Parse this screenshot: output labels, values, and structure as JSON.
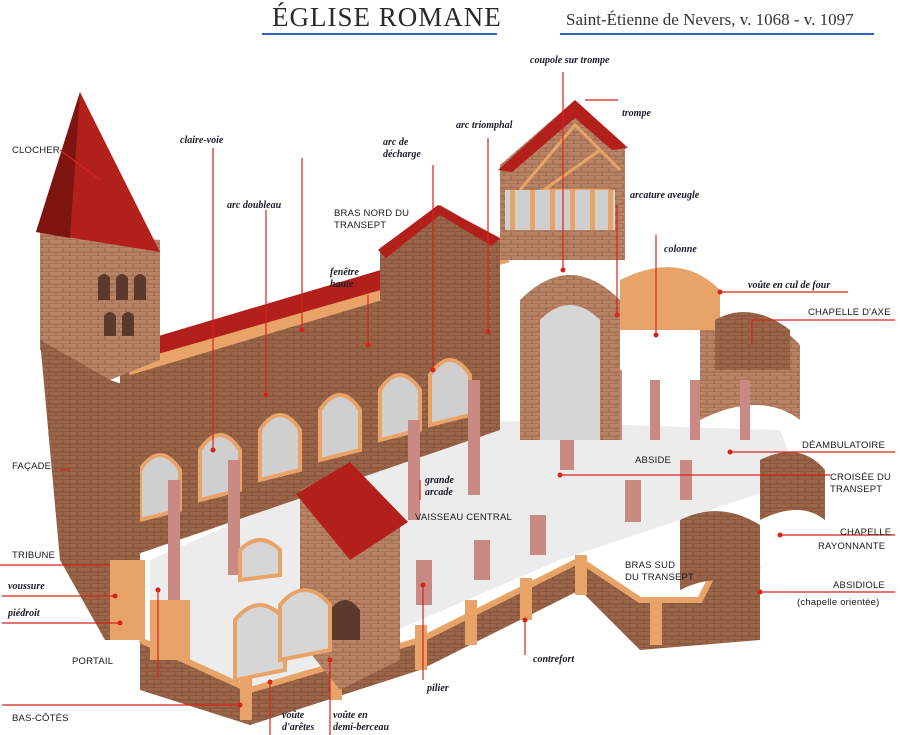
{
  "header": {
    "title": "ÉGLISE ROMANE",
    "subtitle": "Saint-Étienne de Nevers, v. 1068 - v. 1097"
  },
  "colors": {
    "leader": "#d8231b",
    "roof": "#b3201b",
    "stone": "#a06a4a",
    "dressed_stone": "#e8a468",
    "rule": "#2a63b7"
  },
  "labels": {
    "clocher": "CLOCHER",
    "claire_voie": "claire-voie",
    "arc_doubleau": "arc doubleau",
    "bras_nord_1": "BRAS NORD DU",
    "bras_nord_2": "TRANSEPT",
    "arc_decharge_1": "arc de",
    "arc_decharge_2": "décharge",
    "arc_triomphal": "arc triomphal",
    "coupole_sur_trompe": "coupole sur trompe",
    "trompe": "trompe",
    "arcature_aveugle": "arcature aveugle",
    "colonne": "colonne",
    "voute_cul_de_four": "voûte en cul de four",
    "chapelle_axe": "CHAPELLE D'AXE",
    "fenetre_haute_1": "fenêtre",
    "fenetre_haute_2": "haute",
    "facade": "FAÇADE",
    "deambulatoire": "DÉAMBULATOIRE",
    "abside": "ABSIDE",
    "croisee_1": "CROISÉE DU",
    "croisee_2": "TRANSEPT",
    "grande_arcade_1": "grande",
    "grande_arcade_2": "arcade",
    "vaisseau_central": "VAISSEAU CENTRAL",
    "chapelle_rayonnante_1": "CHAPELLE",
    "chapelle_rayonnante_2": "RAYONNANTE",
    "tribune": "TRIBUNE",
    "voussure": "voussure",
    "piedroit": "piédroit",
    "bras_sud_1": "BRAS SUD",
    "bras_sud_2": "DU TRANSEPT",
    "absidiole_1": "ABSIDIOLE",
    "absidiole_2": "(chapelle orientée)",
    "portail": "PORTAIL",
    "contrefort": "contrefort",
    "pilier": "pilier",
    "bas_cotes": "BAS-CÔTÉS",
    "voute_aretes_1": "voûte",
    "voute_aretes_2": "d'arêtes",
    "voute_berceau_1": "voûte en",
    "voute_berceau_2": "demi-berceau"
  }
}
